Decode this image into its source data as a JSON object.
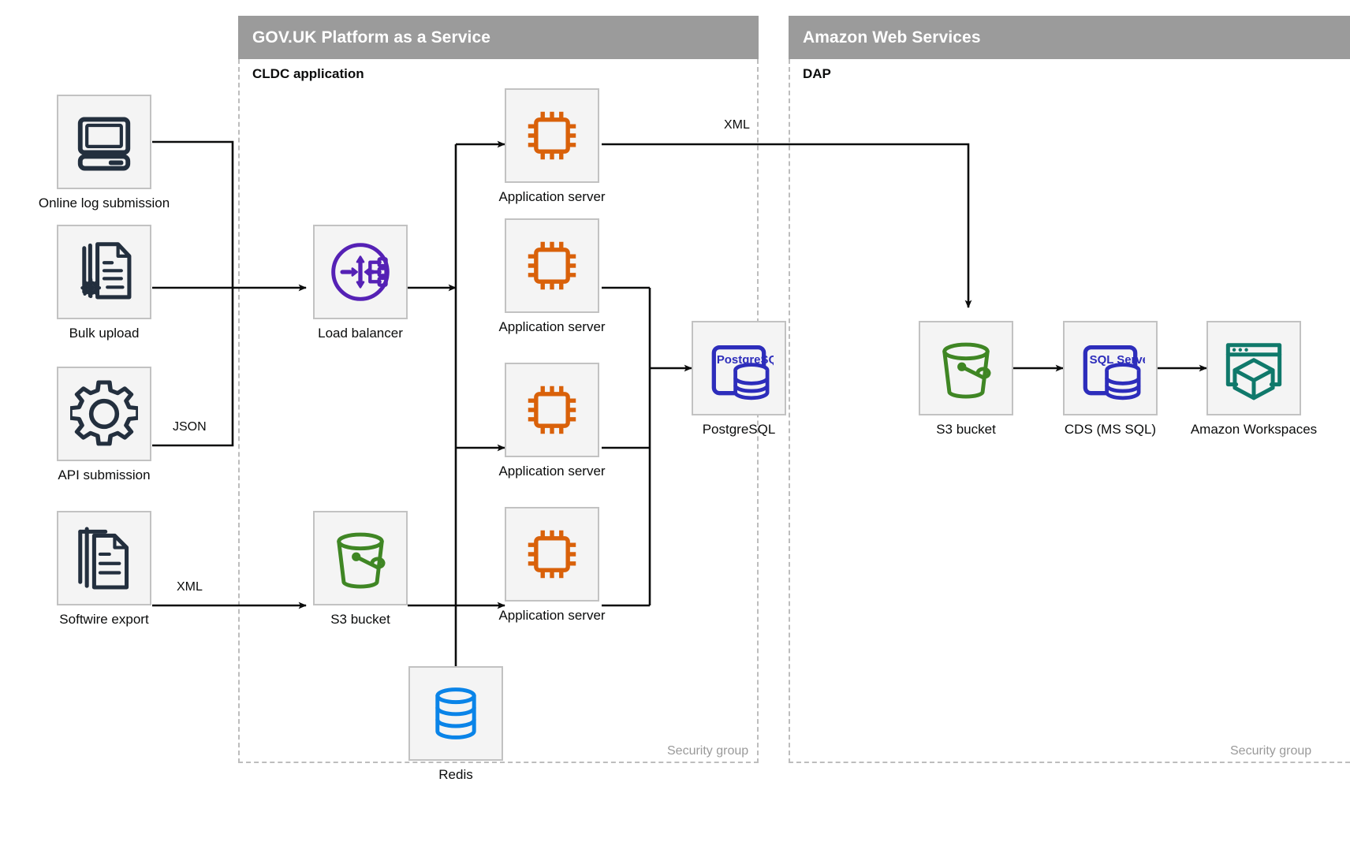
{
  "groups": [
    {
      "id": "paas",
      "title": "GOV.UK Platform as a Service",
      "sub_label": "CLDC application",
      "security_label": "Security group"
    },
    {
      "id": "aws",
      "title": "Amazon Web Services",
      "sub_label": "DAP",
      "security_label": "Security group"
    }
  ],
  "nodes": [
    {
      "id": "online-log-submission",
      "label": "Online log submission",
      "icon": "desktop-computer-icon",
      "color": "#232f3e"
    },
    {
      "id": "bulk-upload",
      "label": "Bulk upload",
      "icon": "document-gear-icon",
      "color": "#232f3e"
    },
    {
      "id": "api-submission",
      "label": "API submission",
      "icon": "gear-icon",
      "color": "#232f3e"
    },
    {
      "id": "softwire-export",
      "label": "Softwire export",
      "icon": "documents-stack-icon",
      "color": "#232f3e"
    },
    {
      "id": "load-balancer",
      "label": "Load balancer",
      "icon": "load-balancer-icon",
      "color": "#5521b5"
    },
    {
      "id": "app-server-1",
      "label": "Application server",
      "icon": "cpu-chip-icon",
      "color": "#d9610a"
    },
    {
      "id": "app-server-2",
      "label": "Application server",
      "icon": "cpu-chip-icon",
      "color": "#d9610a"
    },
    {
      "id": "app-server-3",
      "label": "Application server",
      "icon": "cpu-chip-icon",
      "color": "#d9610a"
    },
    {
      "id": "app-server-4",
      "label": "Application server",
      "icon": "cpu-chip-icon",
      "color": "#d9610a"
    },
    {
      "id": "postgresql",
      "label": "PostgreSQL",
      "icon": "postgresql-database-icon",
      "color": "#2d2dbb",
      "badge": "PostgreSQL"
    },
    {
      "id": "s3-bucket-paas",
      "label": "S3 bucket",
      "icon": "s3-bucket-icon",
      "color": "#3f8624"
    },
    {
      "id": "redis",
      "label": "Redis",
      "icon": "redis-database-icon",
      "color": "#0a84e8"
    },
    {
      "id": "s3-bucket-aws",
      "label": "S3 bucket",
      "icon": "s3-bucket-icon",
      "color": "#3f8624"
    },
    {
      "id": "cds-ms-sql",
      "label": "CDS (MS SQL)",
      "icon": "sql-server-database-icon",
      "color": "#2d2dbb",
      "badge": "SQL Server"
    },
    {
      "id": "amazon-workspaces",
      "label": "Amazon Workspaces",
      "icon": "amazon-workspaces-icon",
      "color": "#10796b"
    }
  ],
  "edge_labels": [
    {
      "id": "json-label",
      "text": "JSON"
    },
    {
      "id": "xml-label-softwire",
      "text": "XML"
    },
    {
      "id": "xml-label-app-to-s3",
      "text": "XML"
    }
  ],
  "colors": {
    "group_header_bg": "#9b9b9b",
    "group_header_text": "#ffffff",
    "icon_box_bg": "#f4f4f4",
    "icon_box_border": "#c2c2c2",
    "dashed_border": "#bdbdbd",
    "wire": "#0b0c0c",
    "text": "#0b0c0c",
    "muted_text": "#9a9a9a"
  }
}
